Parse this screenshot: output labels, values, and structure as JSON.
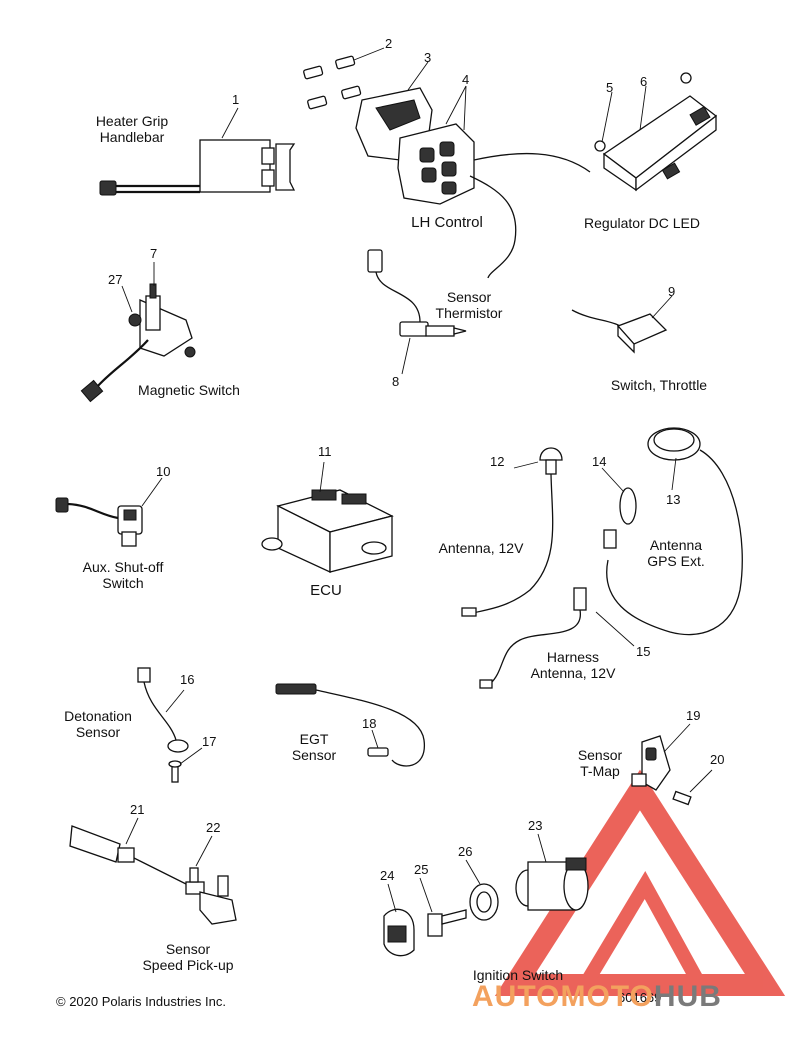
{
  "labels": {
    "heater_grip": "Heater Grip",
    "handlebar": "Handlebar",
    "lh_control": "LH Control",
    "regulator": "Regulator DC LED",
    "sensor_thermistor_1": "Sensor",
    "sensor_thermistor_2": "Thermistor",
    "magnetic_switch": "Magnetic Switch",
    "switch_throttle": "Switch, Throttle",
    "aux_shutoff_1": "Aux. Shut-off",
    "aux_shutoff_2": "Switch",
    "ecu": "ECU",
    "antenna_12v": "Antenna, 12V",
    "antenna_gps_1": "Antenna",
    "antenna_gps_2": "GPS Ext.",
    "harness_1": "Harness",
    "harness_2": "Antenna, 12V",
    "detonation_1": "Detonation",
    "detonation_2": "Sensor",
    "egt_1": "EGT",
    "egt_2": "Sensor",
    "tmap_1": "Sensor",
    "tmap_2": "T-Map",
    "speed_1": "Sensor",
    "speed_2": "Speed Pick-up",
    "ignition": "Ignition Switch"
  },
  "callouts": [
    "1",
    "2",
    "3",
    "4",
    "5",
    "6",
    "7",
    "8",
    "9",
    "10",
    "11",
    "12",
    "13",
    "14",
    "15",
    "16",
    "17",
    "18",
    "19",
    "20",
    "21",
    "22",
    "23",
    "24",
    "25",
    "26",
    "27"
  ],
  "footer": {
    "copyright": "© 2020 Polaris Industries Inc.",
    "diagram_id": "601669"
  },
  "watermark": {
    "text_a": "AUTOMOTO",
    "text_b": "HUB",
    "color_a": "#f3a15e",
    "color_b": "#7a7a7a",
    "triangle_color": "#e8483e"
  }
}
